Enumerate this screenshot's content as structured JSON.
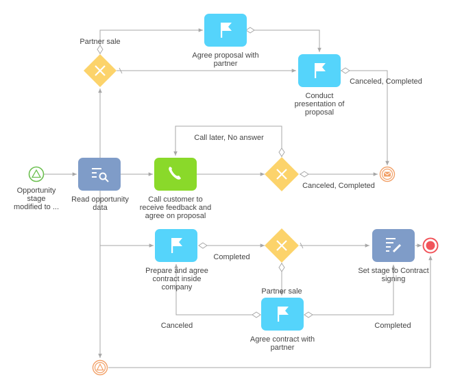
{
  "colors": {
    "task_cyan": "#55d4fb",
    "task_slate": "#7f9cc8",
    "task_green": "#8ad92a",
    "gateway": "#fcd36b",
    "start_event": "#6bbf4f",
    "intermediate_event": "#f2a067",
    "end_event": "#f1545a",
    "line": "#a7a7a7",
    "text": "#444444"
  },
  "nodes": {
    "start_event": {
      "label_lines": [
        "Opportunity",
        "stage",
        "modified to ..."
      ],
      "icon": "triangle-icon"
    },
    "read_opportunity": {
      "label_lines": [
        "Read opportunity",
        "data"
      ],
      "icon": "search-list-icon"
    },
    "call_customer": {
      "label_lines": [
        "Call customer to",
        "receive feedback and",
        "agree on proposal"
      ],
      "icon": "phone-icon"
    },
    "agree_proposal": {
      "label_lines": [
        "Agree proposal with",
        "partner"
      ],
      "icon": "flag-icon"
    },
    "conduct_presentation": {
      "label_lines": [
        "Conduct",
        "presentation of",
        "proposal"
      ],
      "icon": "flag-icon"
    },
    "prepare_contract": {
      "label_lines": [
        "Prepare and agree",
        "contract inside",
        "company"
      ],
      "icon": "flag-icon"
    },
    "agree_contract": {
      "label_lines": [
        "Agree contract with",
        "partner"
      ],
      "icon": "flag-icon"
    },
    "set_stage": {
      "label_lines": [
        "Set stage to Contract",
        "signing"
      ],
      "icon": "edit-list-icon"
    },
    "message_event": {
      "icon": "envelope-icon"
    },
    "end_event": {
      "icon": "end-circle-icon"
    },
    "bottom_event": {
      "icon": "triangle-icon"
    }
  },
  "flow_labels": {
    "partner_sale_top": "Partner sale",
    "canceled_completed_top": "Canceled, Completed",
    "call_later": "Call later, No answer",
    "canceled_completed_mid": "Canceled, Completed",
    "completed_mid": "Completed",
    "partner_sale_bottom": "Partner sale",
    "canceled_bottom": "Canceled",
    "completed_bottom": "Completed"
  }
}
